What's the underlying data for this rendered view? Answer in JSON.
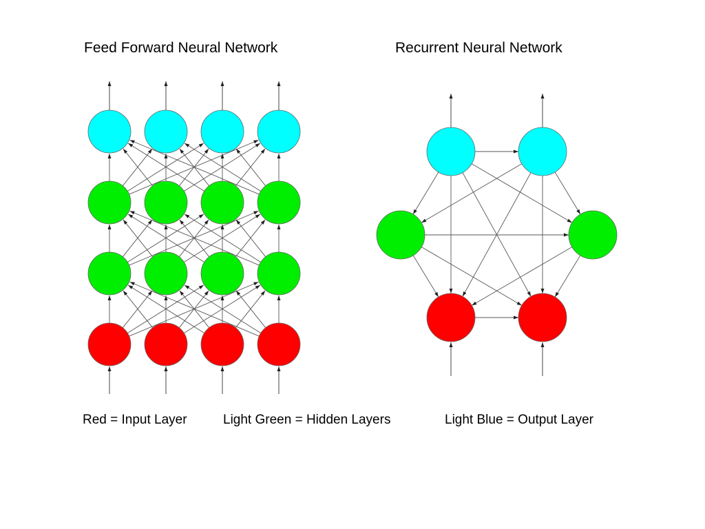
{
  "titles": {
    "feed_forward": "Feed Forward Neural Network",
    "recurrent": "Recurrent Neural Network"
  },
  "legend": {
    "input": "Red = Input Layer",
    "hidden": "Light Green = Hidden Layers",
    "output": "Light Blue = Output Layer"
  },
  "colors": {
    "input": "#ff0000",
    "hidden": "#00ee00",
    "output": "#00ffff"
  },
  "feed_forward_network": {
    "layers": [
      "input",
      "hidden",
      "hidden",
      "output"
    ],
    "nodes_per_layer": 4
  },
  "recurrent_network": {
    "nodes": [
      "output",
      "output",
      "hidden",
      "hidden",
      "input",
      "input"
    ]
  }
}
